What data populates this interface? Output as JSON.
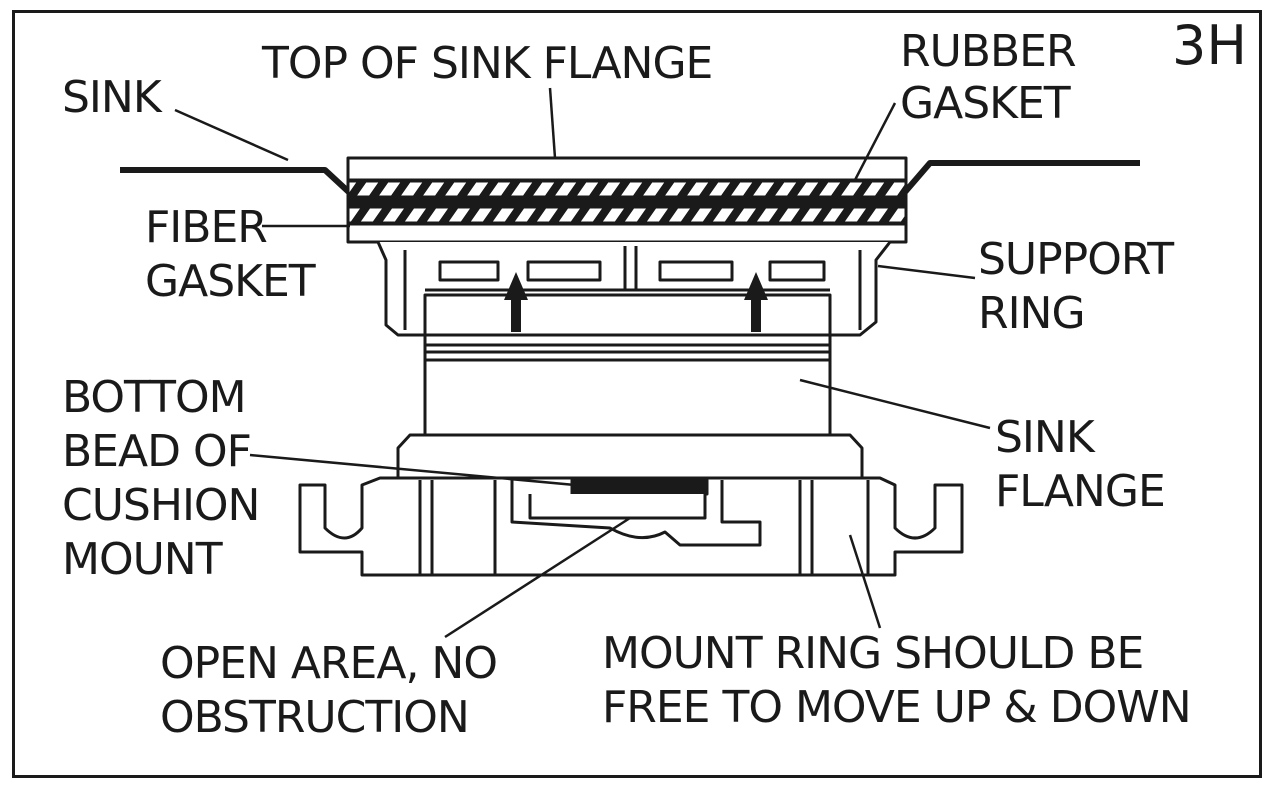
{
  "figure_id": "3H",
  "labels": {
    "sink": "SINK",
    "top_of_sink_flange": "TOP OF SINK FLANGE",
    "rubber_gasket": [
      "RUBBER",
      "GASKET"
    ],
    "fiber_gasket": [
      "FIBER",
      "GASKET"
    ],
    "support_ring": [
      "SUPPORT",
      "RING"
    ],
    "bottom_bead": [
      "BOTTOM",
      "BEAD OF",
      "CUSHION",
      "MOUNT"
    ],
    "sink_flange": [
      "SINK",
      "FLANGE"
    ],
    "open_area": [
      "OPEN AREA, NO",
      "OBSTRUCTION"
    ],
    "mount_ring": [
      "MOUNT RING SHOULD BE",
      "FREE TO MOVE UP & DOWN"
    ]
  },
  "colors": {
    "ink": "#1a1a1a",
    "paper": "#ffffff"
  }
}
